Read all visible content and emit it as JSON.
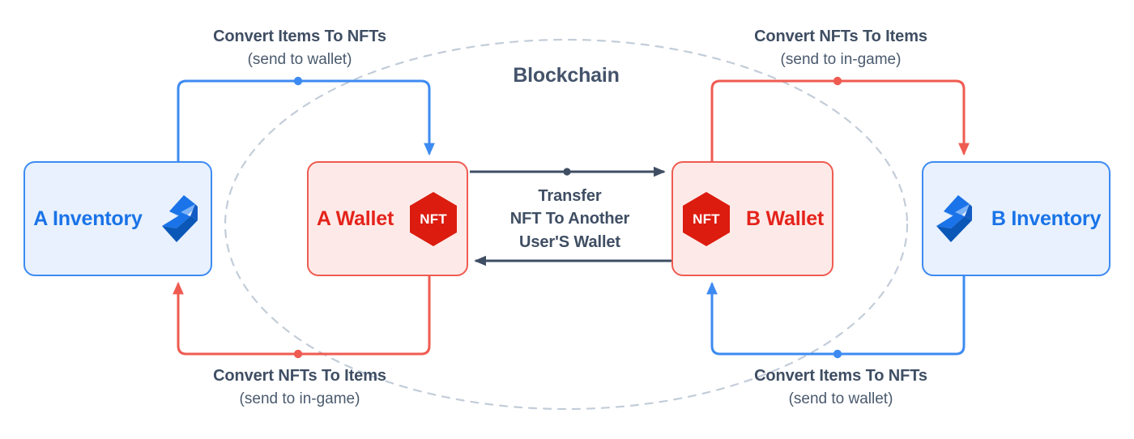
{
  "diagram": {
    "title": "Blockchain",
    "colors": {
      "blue_stroke": "#3d8bf2",
      "blue_fill": "#e8f1fd",
      "blue_text": "#1a73e8",
      "red_stroke": "#ef5b51",
      "red_fill": "#fdeae8",
      "red_text": "#e4231b",
      "nft_hex": "#dc1c0f",
      "arrow_dark": "#3f4e63",
      "dashed_ellipse": "#c3cdd9",
      "caption_text": "#3f4e63"
    }
  },
  "nodes": {
    "a_inventory": {
      "label": "A Inventory",
      "icon": "inventory-bolt-icon"
    },
    "a_wallet": {
      "label": "A Wallet",
      "badge": "NFT",
      "icon": "nft-hexagon-icon"
    },
    "b_wallet": {
      "label": "B Wallet",
      "badge": "NFT",
      "icon": "nft-hexagon-icon"
    },
    "b_inventory": {
      "label": "B Inventory",
      "icon": "inventory-bolt-icon"
    }
  },
  "captions": {
    "top_left": {
      "main": "Convert Items To NFTs",
      "sub": "(send to wallet)"
    },
    "top_right": {
      "main": "Convert NFTs To Items",
      "sub": "(send to in-game)"
    },
    "bottom_left": {
      "main": "Convert NFTs To Items",
      "sub": "(send to in-game)"
    },
    "bottom_right": {
      "main": "Convert Items To NFTs",
      "sub": "(send to wallet)"
    }
  },
  "transfer": {
    "line1": "Transfer",
    "line2": "NFT To Another",
    "line3": "User'S Wallet"
  }
}
